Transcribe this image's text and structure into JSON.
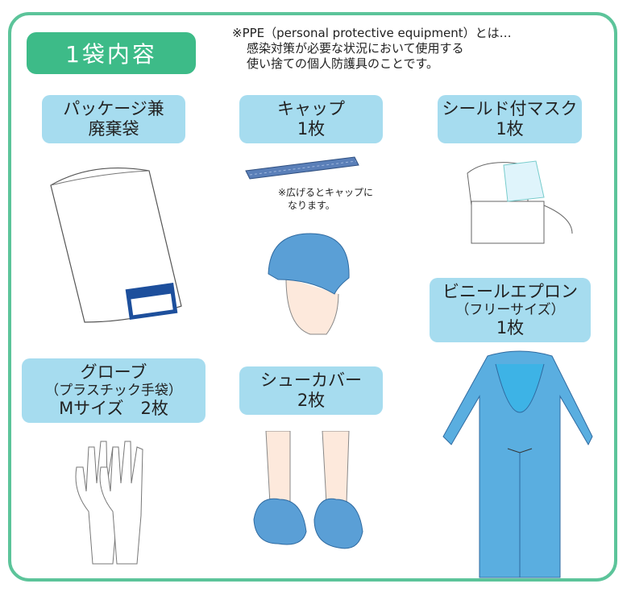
{
  "title": "1袋内容",
  "ppe_note": {
    "line1": "※PPE（personal protective equipment）とは…",
    "line2": "感染対策が必要な状況において使用する",
    "line3": "使い捨ての個人防護具のことです。"
  },
  "items": {
    "package": {
      "line1": "パッケージ兼",
      "line2": "廃棄袋"
    },
    "cap": {
      "line1": "キャップ",
      "line2": "1枚",
      "note1": "※広げるとキャップに",
      "note2": "なります。"
    },
    "mask": {
      "line1": "シールド付マスク",
      "line2": "1枚"
    },
    "apron": {
      "line1": "ビニールエプロン",
      "line2": "（フリーサイズ）",
      "line3": "1枚"
    },
    "glove": {
      "line1": "グローブ",
      "line2": "（プラスチック手袋）",
      "line3": "Mサイズ　2枚"
    },
    "shoe": {
      "line1": "シューカバー",
      "line2": "2枚"
    }
  },
  "colors": {
    "frame": "#5cc49a",
    "title_bg": "#3dbb88",
    "label_bg": "#a6dcef",
    "item_blue": "#5a9fd6"
  }
}
